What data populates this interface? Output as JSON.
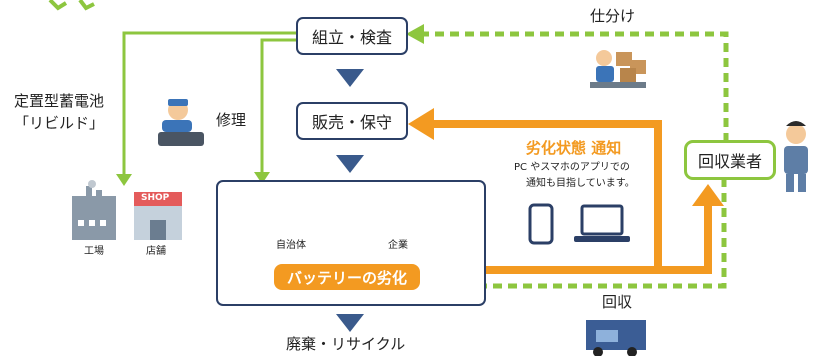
{
  "nodes": {
    "assembly": "組立・検査",
    "sales": "販売・保守",
    "collector": "回収業者",
    "disposal": "廃棄・リサイクル"
  },
  "labels": {
    "stationary_line1": "定置型蓄電池",
    "stationary_line2": "「リビルド」",
    "repair": "修理",
    "sorting": "仕分け",
    "collection": "回収",
    "factory": "工場",
    "store": "店舗",
    "shop_sign": "SHOP",
    "municipality": "自治体",
    "company": "企業",
    "degradation": "バッテリーの劣化"
  },
  "notification": {
    "title": "劣化状態 通知",
    "desc_line1": "PC やスマホのアプリでの",
    "desc_line2": "通知も目指しています。"
  },
  "colors": {
    "navy": "#2b3f66",
    "green": "#8dc63f",
    "orange": "#f39a21",
    "arrow_blue": "#3a5a8c"
  }
}
